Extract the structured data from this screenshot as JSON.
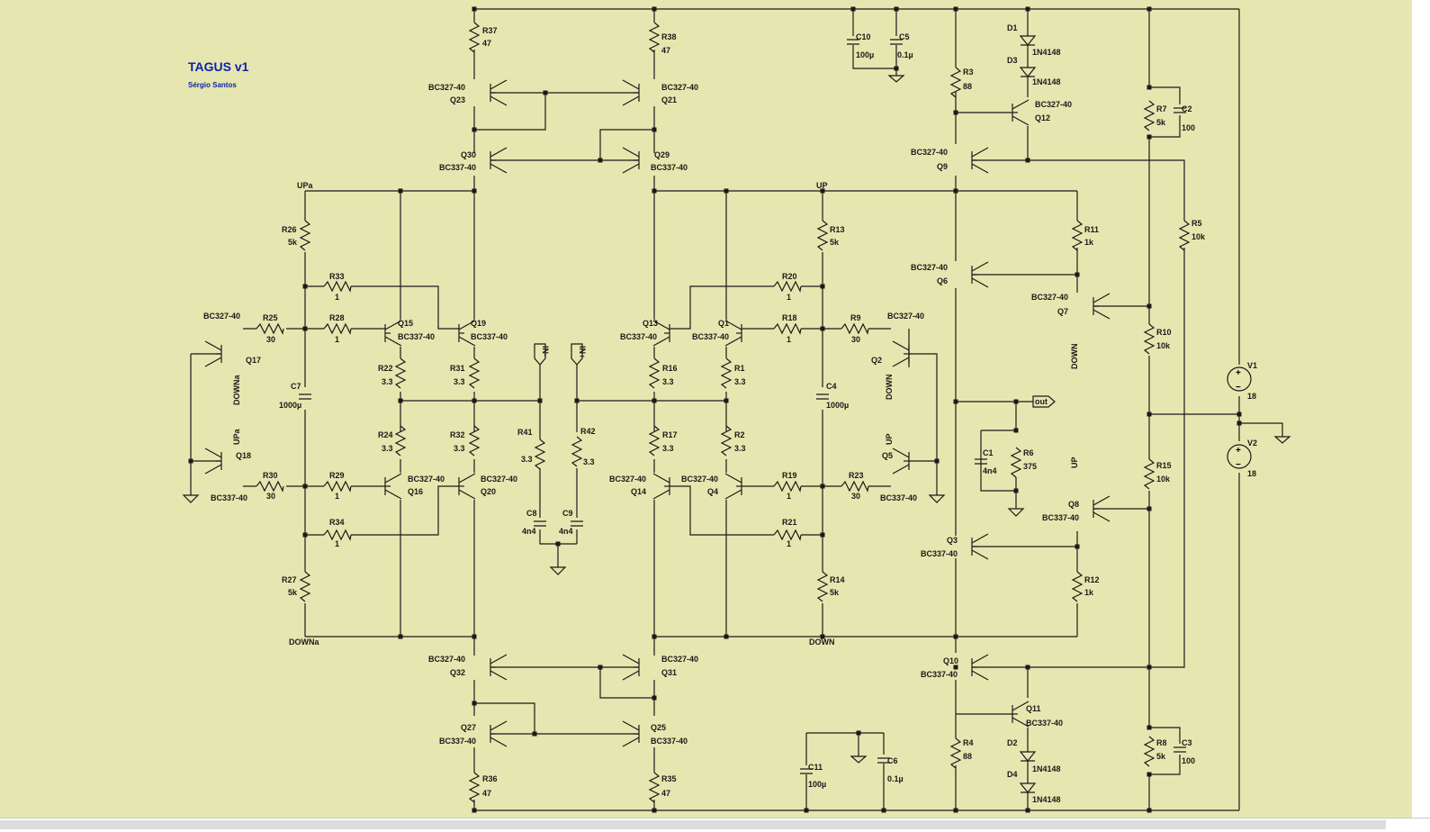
{
  "title": "TAGUS v1",
  "author": "Sérgio Santos",
  "resistors": [
    {
      "name": "R37",
      "value": "47"
    },
    {
      "name": "R38",
      "value": "47"
    },
    {
      "name": "R36",
      "value": "47"
    },
    {
      "name": "R35",
      "value": "47"
    },
    {
      "name": "R26",
      "value": "5k"
    },
    {
      "name": "R27",
      "value": "5k"
    },
    {
      "name": "R33",
      "value": "1"
    },
    {
      "name": "R28",
      "value": "1"
    },
    {
      "name": "R29",
      "value": "1"
    },
    {
      "name": "R34",
      "value": "1"
    },
    {
      "name": "R25",
      "value": "30"
    },
    {
      "name": "R30",
      "value": "30"
    },
    {
      "name": "R22",
      "value": "3.3"
    },
    {
      "name": "R24",
      "value": "3.3"
    },
    {
      "name": "R31",
      "value": "3.3"
    },
    {
      "name": "R32",
      "value": "3.3"
    },
    {
      "name": "R41",
      "value": "3.3"
    },
    {
      "name": "R42",
      "value": "3.3"
    },
    {
      "name": "R16",
      "value": "3.3"
    },
    {
      "name": "R17",
      "value": "3.3"
    },
    {
      "name": "R1",
      "value": "3.3"
    },
    {
      "name": "R2",
      "value": "3.3"
    },
    {
      "name": "R20",
      "value": "1"
    },
    {
      "name": "R18",
      "value": "1"
    },
    {
      "name": "R19",
      "value": "1"
    },
    {
      "name": "R21",
      "value": "1"
    },
    {
      "name": "R9",
      "value": "30"
    },
    {
      "name": "R23",
      "value": "30"
    },
    {
      "name": "R13",
      "value": "5k"
    },
    {
      "name": "R14",
      "value": "5k"
    },
    {
      "name": "R3",
      "value": "88"
    },
    {
      "name": "R4",
      "value": "88"
    },
    {
      "name": "R11",
      "value": "1k"
    },
    {
      "name": "R12",
      "value": "1k"
    },
    {
      "name": "R6",
      "value": "375"
    },
    {
      "name": "R7",
      "value": "5k"
    },
    {
      "name": "R8",
      "value": "5k"
    },
    {
      "name": "R5",
      "value": "10k"
    },
    {
      "name": "R10",
      "value": "10k"
    },
    {
      "name": "R15",
      "value": "10k"
    }
  ],
  "capacitors": [
    {
      "name": "C10",
      "value": "100µ"
    },
    {
      "name": "C5",
      "value": "0.1µ"
    },
    {
      "name": "C11",
      "value": "100µ"
    },
    {
      "name": "C6",
      "value": "0.1µ"
    },
    {
      "name": "C7",
      "value": "1000µ"
    },
    {
      "name": "C4",
      "value": "1000µ"
    },
    {
      "name": "C8",
      "value": "4n4"
    },
    {
      "name": "C9",
      "value": "4n4"
    },
    {
      "name": "C1",
      "value": "4n4"
    },
    {
      "name": "C2",
      "value": "100"
    },
    {
      "name": "C3",
      "value": "100"
    }
  ],
  "diodes": [
    {
      "name": "D1",
      "value": "1N4148"
    },
    {
      "name": "D3",
      "value": "1N4148"
    },
    {
      "name": "D2",
      "value": "1N4148"
    },
    {
      "name": "D4",
      "value": "1N4148"
    }
  ],
  "sources": [
    {
      "name": "V1",
      "value": "18"
    },
    {
      "name": "V2",
      "value": "18"
    }
  ],
  "transistors": [
    {
      "name": "Q23",
      "model": "BC327-40"
    },
    {
      "name": "Q21",
      "model": "BC327-40"
    },
    {
      "name": "Q30",
      "model": "BC337-40"
    },
    {
      "name": "Q29",
      "model": "BC337-40"
    },
    {
      "name": "Q32",
      "model": "BC327-40"
    },
    {
      "name": "Q31",
      "model": "BC327-40"
    },
    {
      "name": "Q27",
      "model": "BC337-40"
    },
    {
      "name": "Q25",
      "model": "BC337-40"
    },
    {
      "name": "Q17",
      "model": "BC327-40"
    },
    {
      "name": "Q18",
      "model": "BC337-40"
    },
    {
      "name": "Q15",
      "model": "BC337-40"
    },
    {
      "name": "Q19",
      "model": "BC337-40"
    },
    {
      "name": "Q16",
      "model": "BC327-40"
    },
    {
      "name": "Q20",
      "model": "BC327-40"
    },
    {
      "name": "Q13",
      "model": "BC337-40"
    },
    {
      "name": "Q1",
      "model": "BC337-40"
    },
    {
      "name": "Q14",
      "model": "BC327-40"
    },
    {
      "name": "Q4",
      "model": "BC327-40"
    },
    {
      "name": "Q2",
      "model": "BC327-40"
    },
    {
      "name": "Q5",
      "model": "BC337-40"
    },
    {
      "name": "Q9",
      "model": "BC327-40"
    },
    {
      "name": "Q12",
      "model": "BC327-40"
    },
    {
      "name": "Q6",
      "model": "BC327-40"
    },
    {
      "name": "Q7",
      "model": "BC327-40"
    },
    {
      "name": "Q3",
      "model": "BC337-40"
    },
    {
      "name": "Q8",
      "model": "BC337-40"
    },
    {
      "name": "Q10",
      "model": "BC337-40"
    },
    {
      "name": "Q11",
      "model": "BC337-40"
    }
  ],
  "net_labels": [
    "UPa",
    "DOWNa",
    "UP",
    "DOWN",
    "out",
    "IN-",
    "IN+",
    "DOWNa",
    "UPa",
    "DOWN",
    "UP",
    "DOWN",
    "UP"
  ]
}
